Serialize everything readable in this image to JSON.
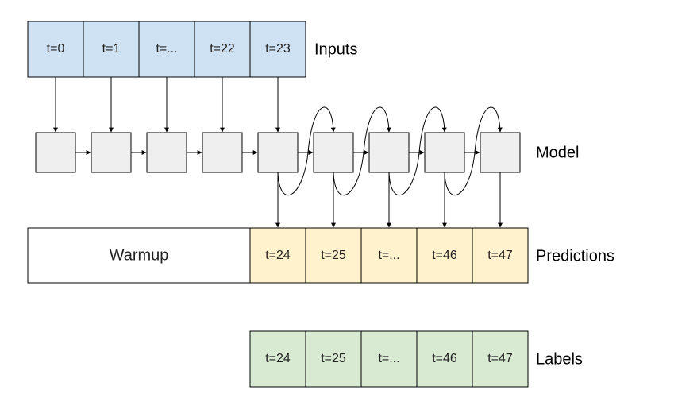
{
  "inputs": {
    "label": "Inputs",
    "cells": [
      "t=0",
      "t=1",
      "t=...",
      "t=22",
      "t=23"
    ]
  },
  "model": {
    "label": "Model"
  },
  "predictions": {
    "label": "Predictions",
    "warmup": "Warmup",
    "cells": [
      "t=24",
      "t=25",
      "t=...",
      "t=46",
      "t=47"
    ]
  },
  "labels": {
    "label": "Labels",
    "cells": [
      "t=24",
      "t=25",
      "t=...",
      "t=46",
      "t=47"
    ]
  },
  "colors": {
    "inputs_fill": "#cfe2f3",
    "predictions_fill": "#fff2cc",
    "labels_fill": "#d9ead3",
    "model_fill": "#efefef",
    "stroke": "#000000"
  }
}
